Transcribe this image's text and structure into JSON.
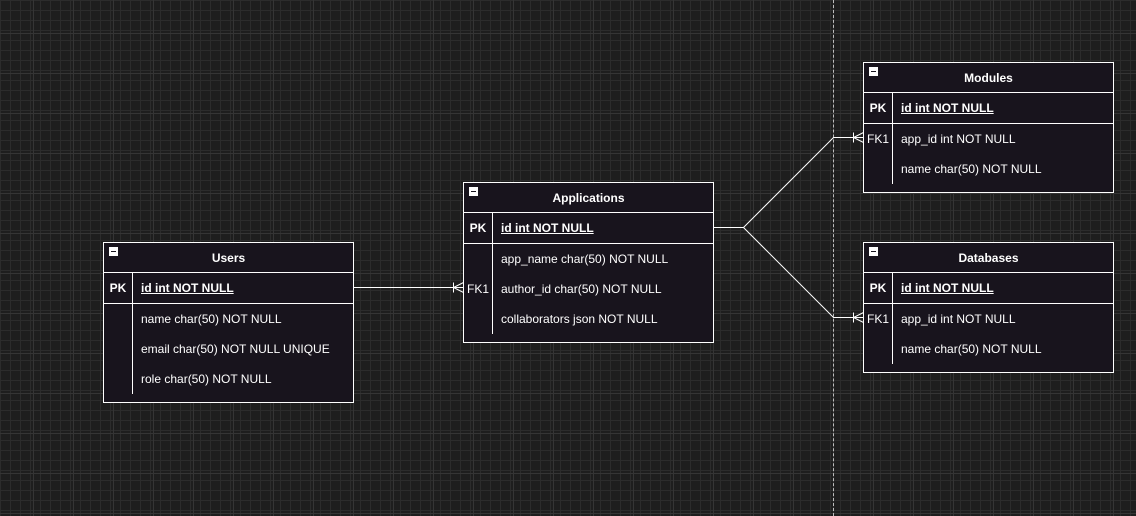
{
  "diagram": {
    "entities": {
      "users": {
        "title": "Users",
        "pk": {
          "key": "PK",
          "field": "id int NOT NULL"
        },
        "rows": [
          {
            "key": "",
            "field": "name char(50) NOT NULL"
          },
          {
            "key": "",
            "field": "email char(50) NOT NULL UNIQUE"
          },
          {
            "key": "",
            "field": "role char(50) NOT NULL"
          }
        ]
      },
      "applications": {
        "title": "Applications",
        "pk": {
          "key": "PK",
          "field": "id int NOT NULL"
        },
        "rows": [
          {
            "key": "",
            "field": "app_name char(50) NOT NULL"
          },
          {
            "key": "FK1",
            "field": "author_id char(50) NOT NULL"
          },
          {
            "key": "",
            "field": "collaborators json NOT NULL"
          }
        ]
      },
      "modules": {
        "title": "Modules",
        "pk": {
          "key": "PK",
          "field": "id int NOT NULL"
        },
        "rows": [
          {
            "key": "FK1",
            "field": "app_id int NOT NULL"
          },
          {
            "key": "",
            "field": "name char(50) NOT NULL"
          }
        ]
      },
      "databases": {
        "title": "Databases",
        "pk": {
          "key": "PK",
          "field": "id int NOT NULL"
        },
        "rows": [
          {
            "key": "FK1",
            "field": "app_id int NOT NULL"
          },
          {
            "key": "",
            "field": "name char(50) NOT NULL"
          }
        ]
      }
    },
    "relationships": [
      {
        "from": "Users.id",
        "to": "Applications.author_id",
        "notation": "one-to-many"
      },
      {
        "from": "Applications.id",
        "to": "Modules.app_id",
        "notation": "one-to-many"
      },
      {
        "from": "Applications.id",
        "to": "Databases.app_id",
        "notation": "one-to-many"
      }
    ],
    "colors": {
      "canvas": "#1e1e1e",
      "entity_fill": "#18141d",
      "stroke": "#ffffff",
      "page_edge": "#bdbdbd"
    },
    "icons": [
      "collapse-icon"
    ]
  }
}
